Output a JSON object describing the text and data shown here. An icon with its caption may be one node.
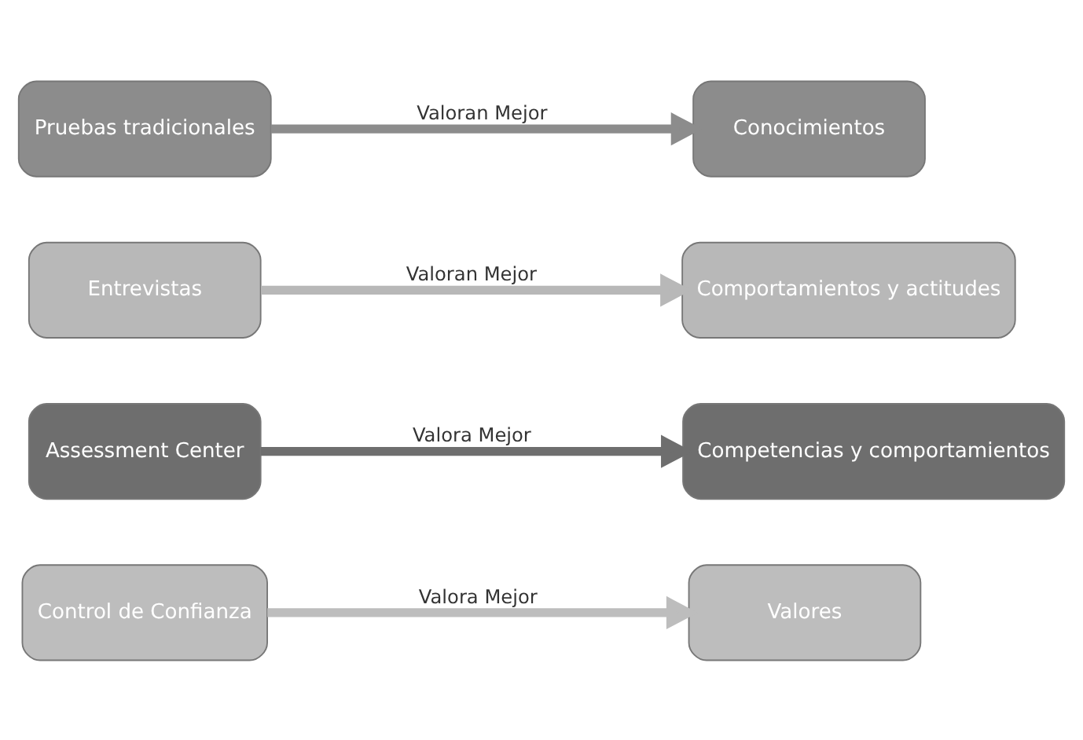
{
  "diagram": {
    "nodes": [
      {
        "text": [
          "Pruebas tradicionales"
        ]
      },
      {
        "text": [
          "Conocimientos"
        ]
      },
      {
        "text": [
          "Entrevistas"
        ]
      },
      {
        "text": [
          "Comportamientos y actitudes"
        ]
      },
      {
        "text": [
          "Assessment Center"
        ]
      },
      {
        "text": [
          "Competencias y comportamientos"
        ]
      },
      {
        "text": [
          "Control de Confianza"
        ]
      },
      {
        "text": [
          "Valores"
        ]
      }
    ],
    "edges": [
      {
        "from": 0,
        "to": 1,
        "arrow": "to",
        "label": "Valoran Mejor",
        "color": "#8c8c8c"
      },
      {
        "from": 2,
        "to": 3,
        "arrow": "to",
        "label": "Valoran Mejor",
        "color": "#b8b8b8"
      },
      {
        "from": 4,
        "to": 5,
        "arrow": "to",
        "label": "Valora Mejor",
        "color": "#6e6e6e"
      },
      {
        "from": 6,
        "to": 7,
        "arrow": "to",
        "label": "Valora Mejor",
        "color": "#bdbdbd"
      }
    ]
  }
}
